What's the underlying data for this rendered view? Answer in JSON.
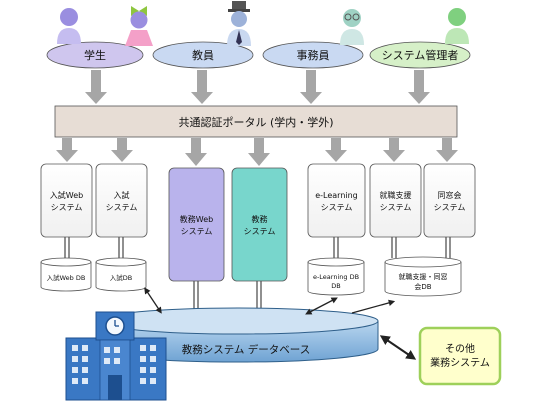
{
  "users": [
    {
      "label": "学生",
      "icon": "student-icons",
      "color": "#cfc6ee"
    },
    {
      "label": "教員",
      "icon": "teacher-icon",
      "color": "#c9d9f2"
    },
    {
      "label": "事務員",
      "icon": "clerk-icon",
      "color": "#c9d9f2"
    },
    {
      "label": "システム管理者",
      "icon": "admin-icon",
      "color": "#d6f0c8"
    }
  ],
  "portal": {
    "label": "共通認証ポータル (学内・学外)",
    "color": "#e7ddd5"
  },
  "systems": [
    {
      "label1": "入試Web",
      "label2": "システム",
      "db": "入試Web DB"
    },
    {
      "label1": "入試",
      "label2": "システム",
      "db": "入試DB"
    },
    {
      "label1": "教務Web",
      "label2": "システム",
      "color": "#b9b3ec"
    },
    {
      "label1": "教務",
      "label2": "システム",
      "color": "#78d6cc"
    },
    {
      "label1": "e-Learning",
      "label2": "システム",
      "db": "e-Learning DB"
    },
    {
      "label1": "就職支援",
      "label2": "システム"
    },
    {
      "label1": "同窓会",
      "label2": "システム"
    }
  ],
  "shared_db": {
    "line1": "就職支援・同窓",
    "line2": "会DB"
  },
  "main_db": {
    "label": "教務システム データベース",
    "color": "#9cc3e4"
  },
  "other": {
    "line1": "その他",
    "line2": "業務システム",
    "color": "#ffffcc"
  },
  "building": {
    "icon": "school-building-icon",
    "clock": "clock-icon"
  },
  "colors": {
    "arrow": "#a6a6a6",
    "box_border": "#555555"
  }
}
